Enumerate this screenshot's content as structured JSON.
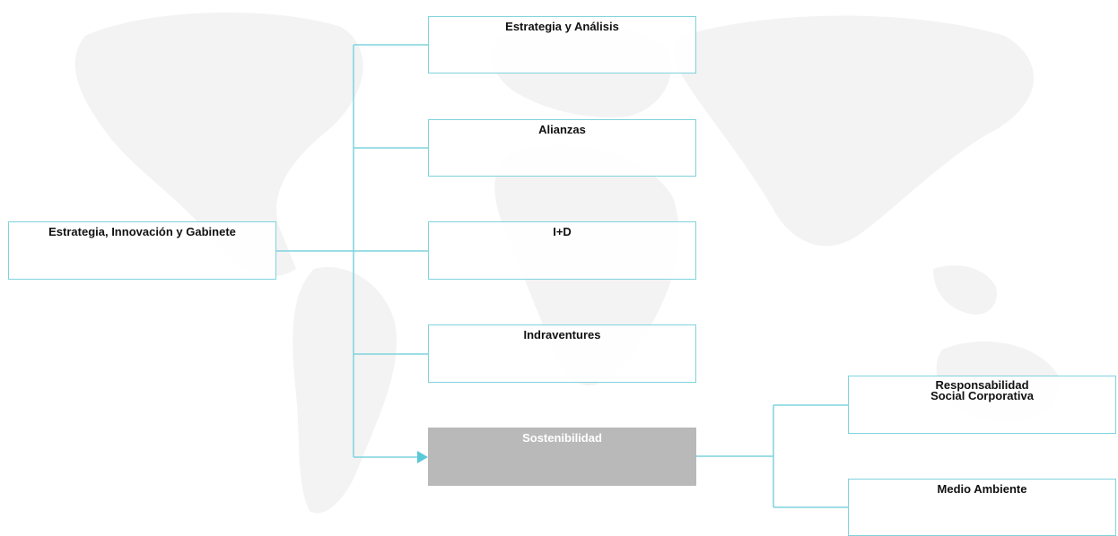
{
  "org_chart": {
    "root": {
      "label": "Estrategia, Innovación y Gabinete"
    },
    "children": [
      {
        "label": "Estrategia y Análisis"
      },
      {
        "label": "Alianzas"
      },
      {
        "label": "I+D"
      },
      {
        "label": "Indraventures"
      },
      {
        "label": "Sostenibilidad",
        "selected": true
      }
    ],
    "sostenibilidad_children": [
      {
        "label": "Responsabilidad Social Corporativa"
      },
      {
        "label": "Medio Ambiente"
      }
    ]
  },
  "colors": {
    "connector": "#7fd3de",
    "node_border": "#7fd3de",
    "selected_fill": "#b9b9b9",
    "selected_text": "#ffffff",
    "arrow": "#5bc8d6",
    "map": "#f2f2f2"
  }
}
